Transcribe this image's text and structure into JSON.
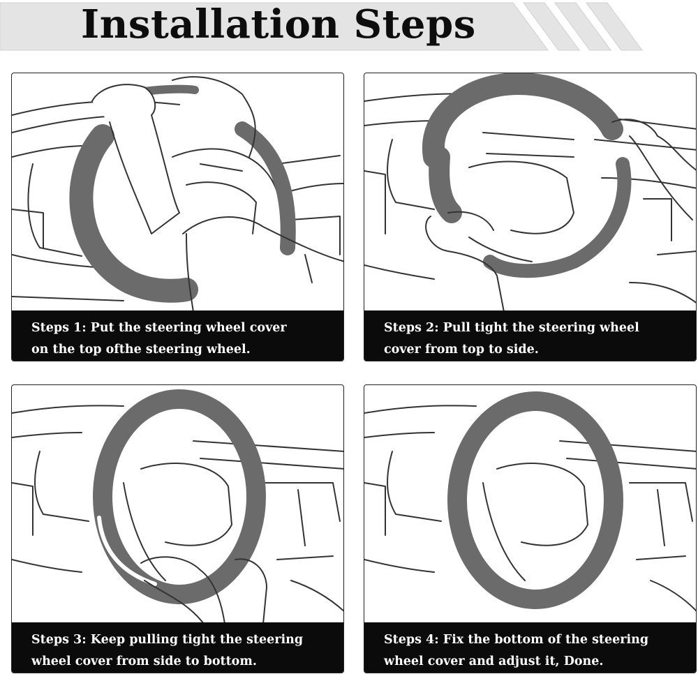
{
  "banner": {
    "title": "Installation Steps"
  },
  "steps": [
    {
      "line1": "Steps 1: Put the steering wheel cover",
      "line2": "on the top ofthe steering wheel."
    },
    {
      "line1": "Steps 2: Pull tight the steering wheel",
      "line2": "cover from top to side."
    },
    {
      "line1": "Steps 3: Keep pulling tight the steering",
      "line2": "wheel cover from side to bottom."
    },
    {
      "line1": "Steps 4: Fix the bottom of the steering",
      "line2": "wheel cover and adjust it, Done."
    }
  ],
  "colors": {
    "banner_band": "#e4e4e4",
    "cover": "#6b6b6b",
    "caption_bg": "#0b0b0b",
    "caption_text": "#ffffff",
    "line_art": "#333333"
  }
}
